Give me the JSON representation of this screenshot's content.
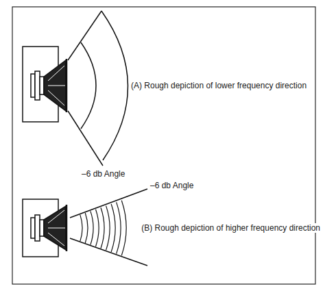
{
  "diagram": {
    "labels": [
      "(A) Rough depiction of lower frequency direction",
      "–6 db Angle",
      "–6 db Angle",
      "(B) Rough depiction of higher frequency direction"
    ]
  }
}
